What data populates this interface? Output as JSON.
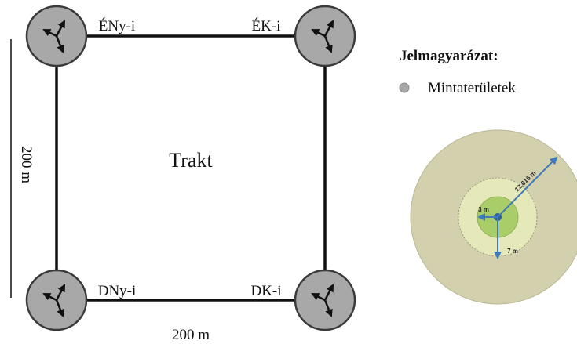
{
  "tract": {
    "label": "Trakt",
    "corners": {
      "nw": "ÉNy-i",
      "ne": "ÉK-i",
      "sw": "DNy-i",
      "se": "DK-i"
    },
    "side_left": "200 m",
    "side_bottom": "200 m"
  },
  "legend": {
    "title": "Jelmagyarázat:",
    "item_label": "Mintaterületek",
    "item_color": "#a8a8a8"
  },
  "plot": {
    "radius_outer": "12,616 m",
    "radius_middle": "7 m",
    "radius_inner": "3 m",
    "colors": {
      "outer": "#d3d0ae",
      "middle": "#e5e8b8",
      "inner": "#a9cd68",
      "arrow": "#3f7bb8"
    }
  }
}
